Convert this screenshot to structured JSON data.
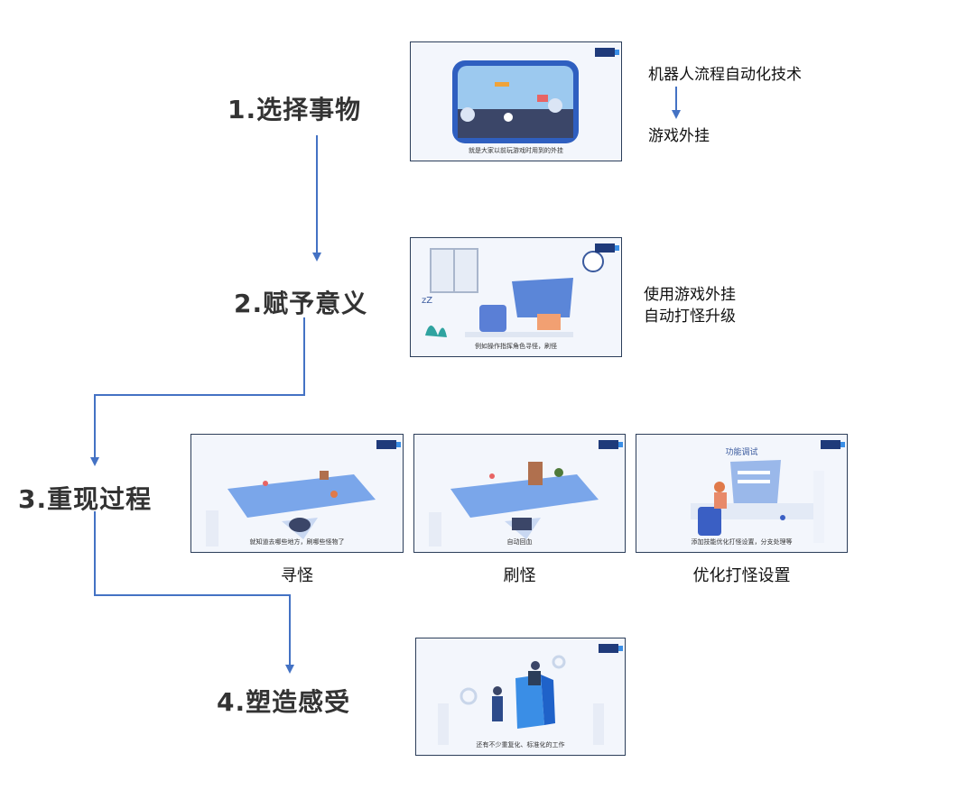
{
  "steps": [
    {
      "label": "1.选择事物"
    },
    {
      "label": "2.赋予意义"
    },
    {
      "label": "3.重现过程"
    },
    {
      "label": "4.塑造感受"
    }
  ],
  "notes": {
    "n1_top": "机器人流程自动化技术",
    "n1_bottom": "游戏外挂",
    "n2_line1": "使用游戏外挂",
    "n2_line2": "自动打怪升级"
  },
  "frames": {
    "f1": {
      "subtitle": "就是大家以前玩游戏时用到的外挂"
    },
    "f2": {
      "subtitle": "例如操作指挥角色寻怪，刷怪"
    },
    "f3": {
      "subtitle": "就知道去哪些地方，刷哪些怪物了",
      "caption": "寻怪"
    },
    "f4": {
      "subtitle": "自动回血",
      "caption": "刷怪"
    },
    "f5": {
      "title": "功能调试",
      "subtitle": "添加技能优化打怪设置，分支处理等",
      "caption": "优化打怪设置"
    },
    "f6": {
      "subtitle": "还有不少重复化、标准化的工作"
    }
  },
  "colors": {
    "connector": "#4472c4",
    "step_text": "#333333",
    "frame_border": "#2c3e5a"
  }
}
